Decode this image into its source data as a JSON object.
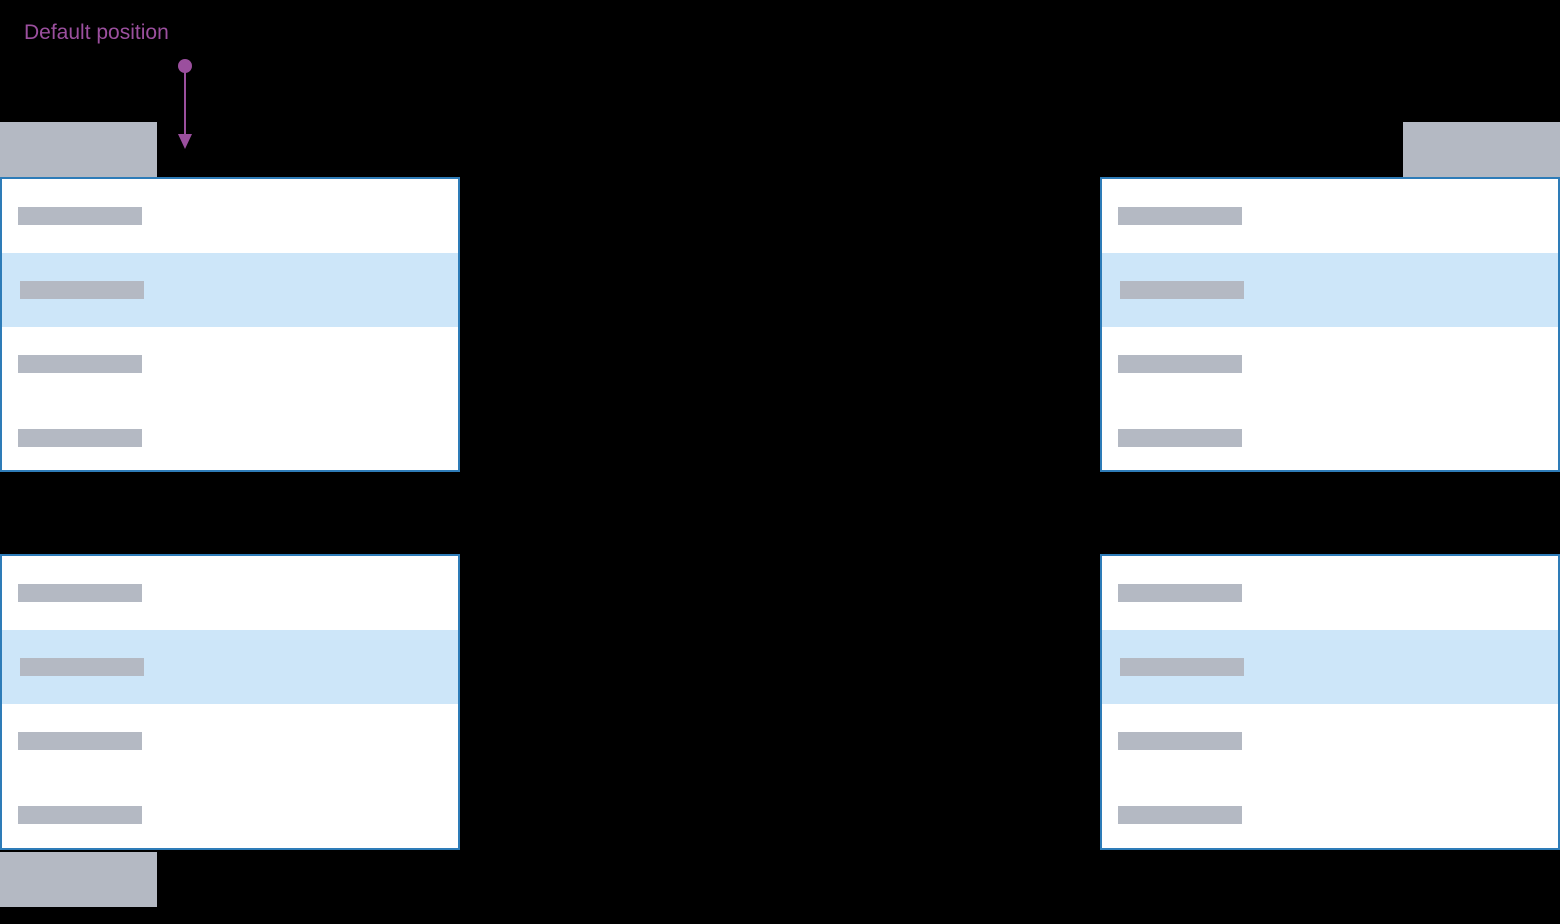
{
  "annotation": {
    "label": "Default position",
    "color": "#9B4F9E",
    "arrow_icon": "down-arrow-with-dot-icon"
  },
  "colors": {
    "background": "#000000",
    "panel_background": "#FFFFFF",
    "panel_border": "#2E7CB8",
    "row_highlight": "#CDE6F9",
    "placeholder_bar": "#B4B9C3",
    "anchor_block": "#B4B9C3",
    "annotation": "#9B4F9E"
  },
  "quadrants": [
    {
      "id": "top-left",
      "name": "top-left-example",
      "anchor_position": "above-left",
      "panel": {
        "rows": [
          {
            "label": "",
            "highlighted": false
          },
          {
            "label": "",
            "highlighted": true
          },
          {
            "label": "",
            "highlighted": false
          },
          {
            "label": "",
            "highlighted": false
          }
        ]
      }
    },
    {
      "id": "top-right",
      "name": "top-right-example",
      "anchor_position": "above-right",
      "panel": {
        "rows": [
          {
            "label": "",
            "highlighted": false
          },
          {
            "label": "",
            "highlighted": true
          },
          {
            "label": "",
            "highlighted": false
          },
          {
            "label": "",
            "highlighted": false
          }
        ]
      }
    },
    {
      "id": "bottom-left",
      "name": "bottom-left-example",
      "anchor_position": "below-left",
      "panel": {
        "rows": [
          {
            "label": "",
            "highlighted": false
          },
          {
            "label": "",
            "highlighted": true
          },
          {
            "label": "",
            "highlighted": false
          },
          {
            "label": "",
            "highlighted": false
          }
        ]
      }
    },
    {
      "id": "bottom-right",
      "name": "bottom-right-example",
      "anchor_position": "below-right",
      "panel": {
        "rows": [
          {
            "label": "",
            "highlighted": false
          },
          {
            "label": "",
            "highlighted": true
          },
          {
            "label": "",
            "highlighted": false
          },
          {
            "label": "",
            "highlighted": false
          }
        ]
      }
    }
  ]
}
